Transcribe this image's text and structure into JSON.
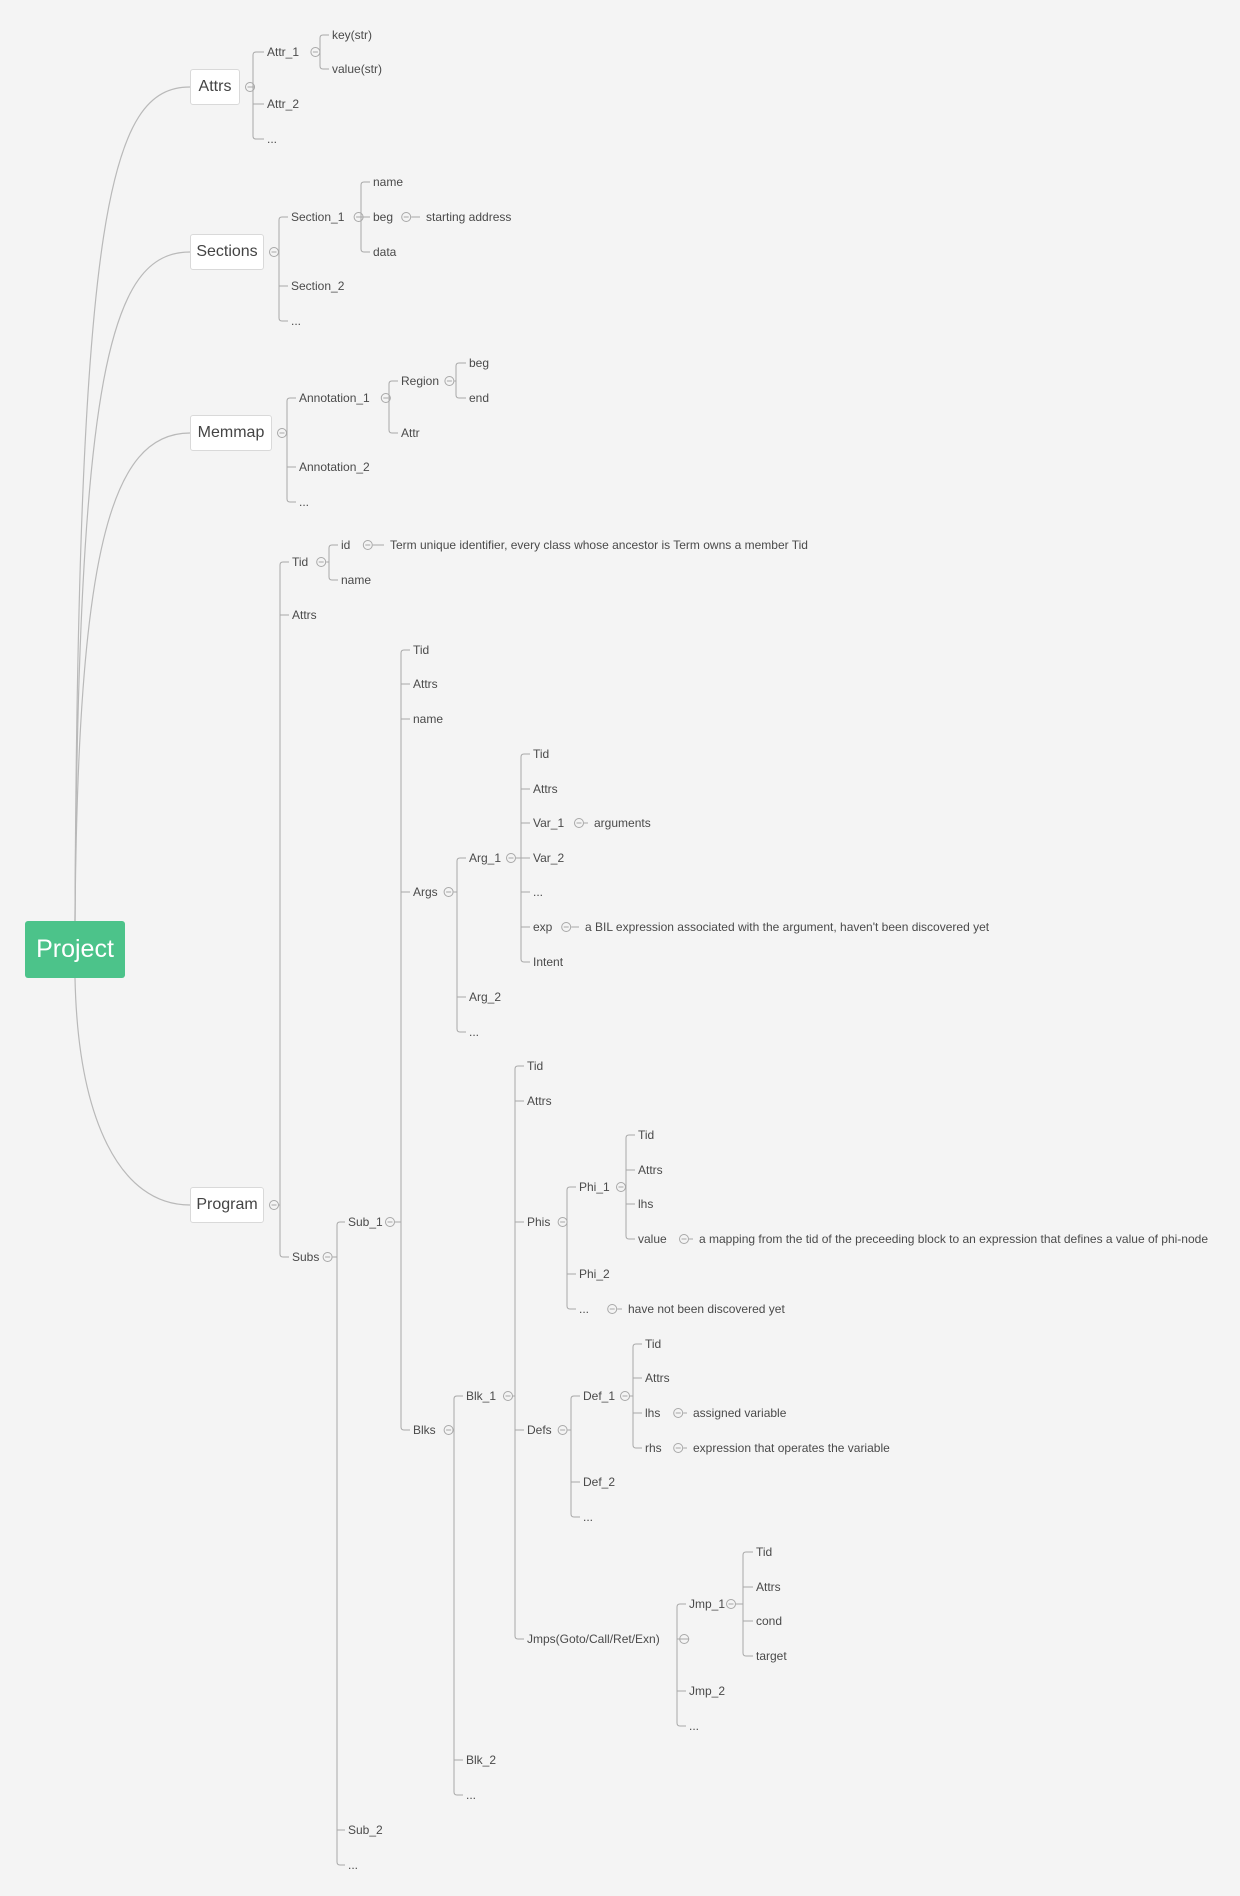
{
  "root": {
    "label": "Project"
  },
  "nodes": {
    "attrs": "Attrs",
    "attr1": "Attr_1",
    "attr1_key": "key(str)",
    "attr1_value": "value(str)",
    "attr2": "Attr_2",
    "attrs_more": "...",
    "sections": "Sections",
    "section1": "Section_1",
    "sec_name": "name",
    "sec_beg": "beg",
    "sec_beg_note": "starting address",
    "sec_data": "data",
    "section2": "Section_2",
    "sections_more": "...",
    "memmap": "Memmap",
    "annotation1": "Annotation_1",
    "region": "Region",
    "region_beg": "beg",
    "region_end": "end",
    "ann_attr": "Attr",
    "annotation2": "Annotation_2",
    "memmap_more": "...",
    "program": "Program",
    "prog_tid": "Tid",
    "tid_id": "id",
    "tid_id_note": "Term unique identifier, every class whose ancestor is Term owns a member Tid",
    "tid_name": "name",
    "prog_attrs": "Attrs",
    "subs": "Subs",
    "sub1": "Sub_1",
    "sub1_tid": "Tid",
    "sub1_attrs": "Attrs",
    "sub1_name": "name",
    "args": "Args",
    "arg1": "Arg_1",
    "arg1_tid": "Tid",
    "arg1_attrs": "Attrs",
    "var1": "Var_1",
    "var1_note": "arguments",
    "var2": "Var_2",
    "vars_more": "...",
    "exp": "exp",
    "exp_note": "a BIL expression associated with the argument, haven't been discovered yet",
    "intent": "Intent",
    "arg2": "Arg_2",
    "args_more": "...",
    "blks": "Blks",
    "blk1": "Blk_1",
    "blk1_tid": "Tid",
    "blk1_attrs": "Attrs",
    "phis": "Phis",
    "phi1": "Phi_1",
    "phi1_tid": "Tid",
    "phi1_attrs": "Attrs",
    "phi1_lhs": "lhs",
    "phi1_value": "value",
    "phi1_value_note": "a mapping from the tid of the preceeding block to an expression that defines a value of phi-node",
    "phi2": "Phi_2",
    "phis_more": "...",
    "phis_more_note": "have not been discovered yet",
    "defs": "Defs",
    "def1": "Def_1",
    "def1_tid": "Tid",
    "def1_attrs": "Attrs",
    "def1_lhs": "lhs",
    "def1_lhs_note": "assigned variable",
    "def1_rhs": "rhs",
    "def1_rhs_note": "expression that operates the variable",
    "def2": "Def_2",
    "defs_more": "...",
    "jmps": "Jmps(Goto/Call/Ret/Exn)",
    "jmp1": "Jmp_1",
    "jmp1_tid": "Tid",
    "jmp1_attrs": "Attrs",
    "jmp1_cond": "cond",
    "jmp1_target": "target",
    "jmp2": "Jmp_2",
    "jmps_more": "...",
    "blk2": "Blk_2",
    "blks_more": "...",
    "sub2": "Sub_2",
    "subs_more": "..."
  },
  "colors": {
    "root": "#4cc38a",
    "line": "#a8a8a8",
    "background": "#f4f4f4",
    "text": "#4a4a4a"
  }
}
